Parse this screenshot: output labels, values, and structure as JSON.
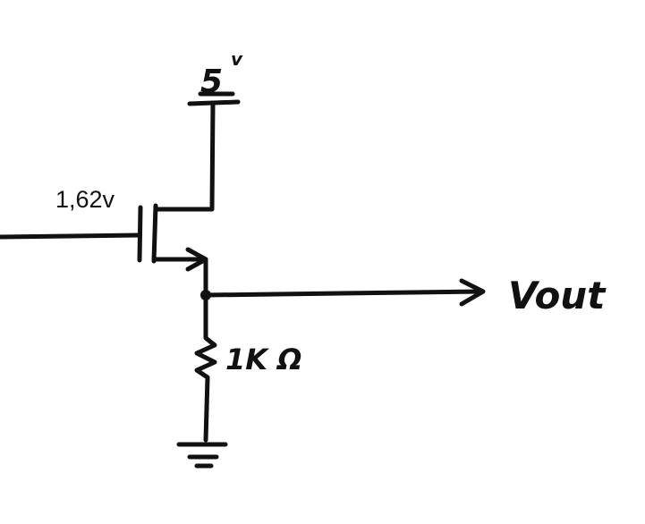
{
  "diagram": {
    "supply": {
      "value": "5",
      "unit": "v"
    },
    "gate_voltage": "1,62v",
    "resistor_label": "1K Ω",
    "output_label": "Vout"
  }
}
